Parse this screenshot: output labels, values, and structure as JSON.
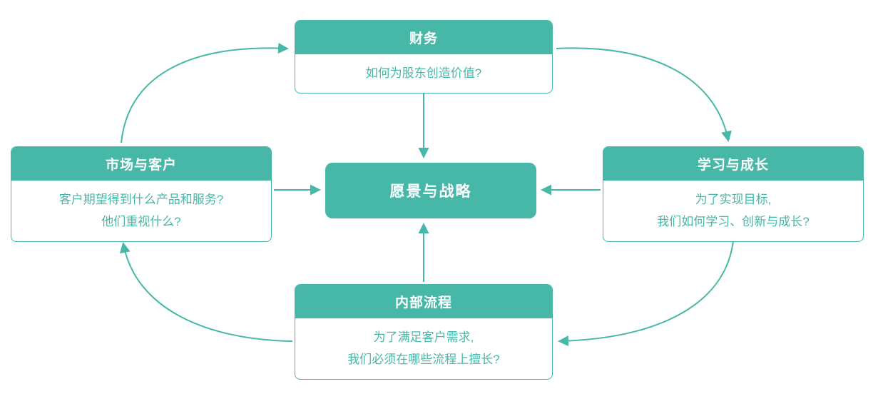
{
  "accent_color": "#47b8a8",
  "diagram": {
    "title": "balanced-scorecard",
    "center": {
      "title": "愿景与战略"
    },
    "top": {
      "title": "财务",
      "lines": [
        "如何为股东创造价值?"
      ]
    },
    "left": {
      "title": "市场与客户",
      "lines": [
        "客户期望得到什么产品和服务?",
        "他们重视什么?"
      ]
    },
    "right": {
      "title": "学习与成长",
      "lines": [
        "为了实现目标,",
        "我们如何学习、创新与成长?"
      ]
    },
    "bottom": {
      "title": "内部流程",
      "lines": [
        "为了满足客户需求,",
        "我们必须在哪些流程上擅长?"
      ]
    }
  }
}
